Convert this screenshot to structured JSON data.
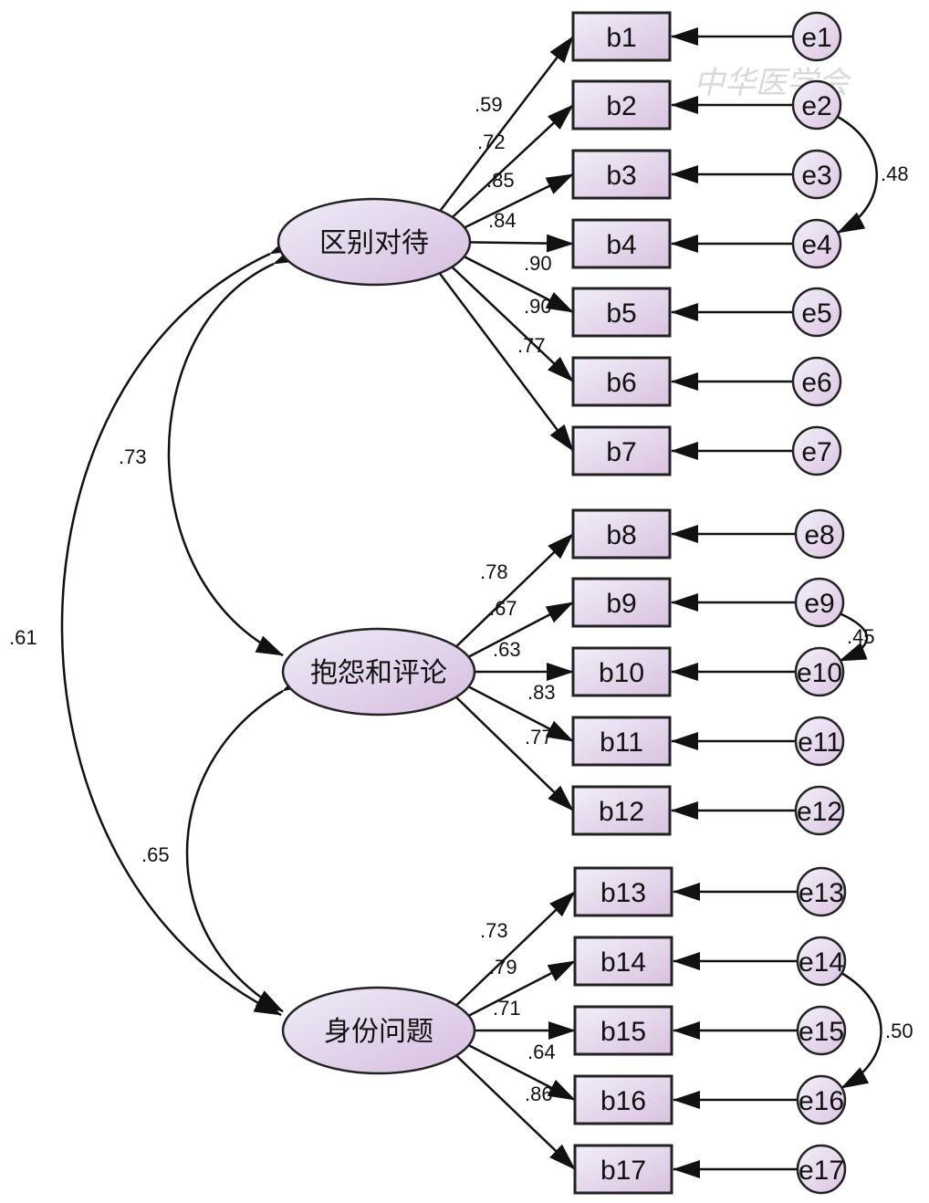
{
  "watermark": "中华医学会",
  "latents": [
    {
      "id": "L1",
      "label": "区别对待"
    },
    {
      "id": "L2",
      "label": "抱怨和评论"
    },
    {
      "id": "L3",
      "label": "身份问题"
    }
  ],
  "items": [
    {
      "label": "b1",
      "error": "e1",
      "latent": 0,
      "loading": ".59"
    },
    {
      "label": "b2",
      "error": "e2",
      "latent": 0,
      "loading": ".72"
    },
    {
      "label": "b3",
      "error": "e3",
      "latent": 0,
      "loading": ".85"
    },
    {
      "label": "b4",
      "error": "e4",
      "latent": 0,
      "loading": ".84"
    },
    {
      "label": "b5",
      "error": "e5",
      "latent": 0,
      "loading": ".90"
    },
    {
      "label": "b6",
      "error": "e6",
      "latent": 0,
      "loading": ".90"
    },
    {
      "label": "b7",
      "error": "e7",
      "latent": 0,
      "loading": ".77"
    },
    {
      "label": "b8",
      "error": "e8",
      "latent": 1,
      "loading": ".78"
    },
    {
      "label": "b9",
      "error": "e9",
      "latent": 1,
      "loading": ".67"
    },
    {
      "label": "b10",
      "error": "e10",
      "latent": 1,
      "loading": ".63"
    },
    {
      "label": "b11",
      "error": "e11",
      "latent": 1,
      "loading": ".83"
    },
    {
      "label": "b12",
      "error": "e12",
      "latent": 1,
      "loading": ".77"
    },
    {
      "label": "b13",
      "error": "e13",
      "latent": 2,
      "loading": ".73"
    },
    {
      "label": "b14",
      "error": "e14",
      "latent": 2,
      "loading": ".79"
    },
    {
      "label": "b15",
      "error": "e15",
      "latent": 2,
      "loading": ".71"
    },
    {
      "label": "b16",
      "error": "e16",
      "latent": 2,
      "loading": ".64"
    },
    {
      "label": "b17",
      "error": "e17",
      "latent": 2,
      "loading": ".86"
    }
  ],
  "error_covariances": [
    {
      "from": "e2",
      "to": "e4",
      "value": ".48"
    },
    {
      "from": "e9",
      "to": "e10",
      "value": ".45"
    },
    {
      "from": "e14",
      "to": "e16",
      "value": ".50"
    }
  ],
  "latent_correlations": [
    {
      "from": "L1",
      "to": "L2",
      "value": ".73"
    },
    {
      "from": "L2",
      "to": "L3",
      "value": ".65"
    },
    {
      "from": "L1",
      "to": "L3",
      "value": ".61"
    }
  ],
  "colors": {
    "fill_light": "#eeeaf6",
    "fill_pink": "#dcc3e0",
    "stroke": "#222222"
  }
}
